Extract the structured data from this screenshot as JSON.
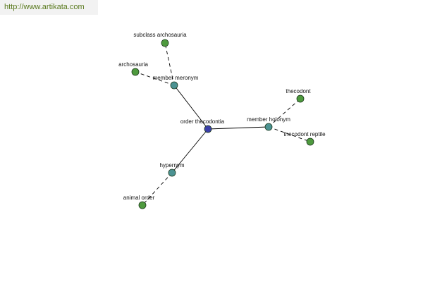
{
  "watermark": "http://www.artikata.com",
  "colors": {
    "root": "#3b3fa8",
    "relation": "#4b9292",
    "leaf": "#4e9a3e"
  },
  "graph": {
    "nodes": [
      {
        "id": "root",
        "label": "order thecodontia",
        "kind": "root"
      },
      {
        "id": "meronym",
        "label": "member meronym",
        "kind": "relation"
      },
      {
        "id": "holonym",
        "label": "member holonym",
        "kind": "relation"
      },
      {
        "id": "hypernym",
        "label": "hypernym",
        "kind": "relation"
      },
      {
        "id": "subclass",
        "label": "subclass archosauria",
        "kind": "leaf"
      },
      {
        "id": "archosauria",
        "label": "archosauria",
        "kind": "leaf"
      },
      {
        "id": "thecodont",
        "label": "thecodont",
        "kind": "leaf"
      },
      {
        "id": "thecodont-reptile",
        "label": "thecodont reptile",
        "kind": "leaf"
      },
      {
        "id": "animal-order",
        "label": "animal order",
        "kind": "leaf"
      }
    ],
    "edges": [
      {
        "from": "root",
        "to": "meronym",
        "style": "solid"
      },
      {
        "from": "root",
        "to": "holonym",
        "style": "solid"
      },
      {
        "from": "root",
        "to": "hypernym",
        "style": "solid"
      },
      {
        "from": "meronym",
        "to": "subclass",
        "style": "dashed"
      },
      {
        "from": "meronym",
        "to": "archosauria",
        "style": "dashed"
      },
      {
        "from": "holonym",
        "to": "thecodont",
        "style": "dashed"
      },
      {
        "from": "holonym",
        "to": "thecodont-reptile",
        "style": "dashed"
      },
      {
        "from": "hypernym",
        "to": "animal-order",
        "style": "dashed"
      }
    ]
  }
}
